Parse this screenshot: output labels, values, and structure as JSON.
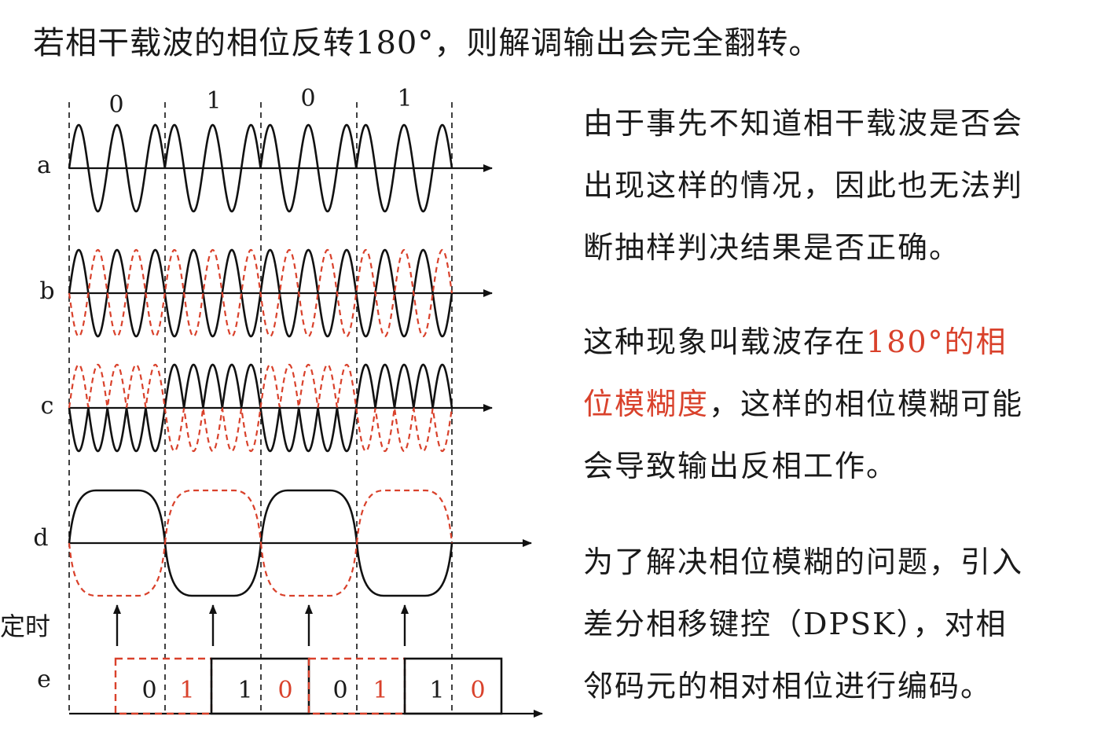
{
  "title": "若相干载波的相位反转180°，则解调输出会完全翻转。",
  "bits": [
    "0",
    "1",
    "0",
    "1"
  ],
  "row_labels": {
    "a": "a",
    "b": "b",
    "c": "c",
    "d": "d",
    "timing": "定时",
    "e": "e"
  },
  "e_cells": [
    {
      "text": "0",
      "color": "black"
    },
    {
      "text": "1",
      "color": "red"
    },
    {
      "text": "1",
      "color": "black"
    },
    {
      "text": "0",
      "color": "red"
    },
    {
      "text": "0",
      "color": "black"
    },
    {
      "text": "1",
      "color": "red"
    },
    {
      "text": "1",
      "color": "black"
    },
    {
      "text": "0",
      "color": "red"
    }
  ],
  "paragraph1": {
    "lines": [
      "由于事先不知道相干载波是否会",
      "出现这样的情况，因此也无法判",
      "断抽样判决结果是否正确。"
    ]
  },
  "paragraph2": {
    "line1_normal": "这种现象叫载波存在",
    "line1_red": "180°的相",
    "line2_red": "位模糊度",
    "line2_normal": "，这样的相位模糊可能",
    "line3": "会导致输出反相工作。"
  },
  "paragraph3": {
    "lines": [
      "为了解决相位模糊的问题，引入",
      "差分相移键控（DPSK），对相",
      "邻码元的相对相位进行编码。"
    ]
  },
  "colors": {
    "text": "#1a1a1a",
    "accent": "#d9412b",
    "line": "#111111"
  }
}
